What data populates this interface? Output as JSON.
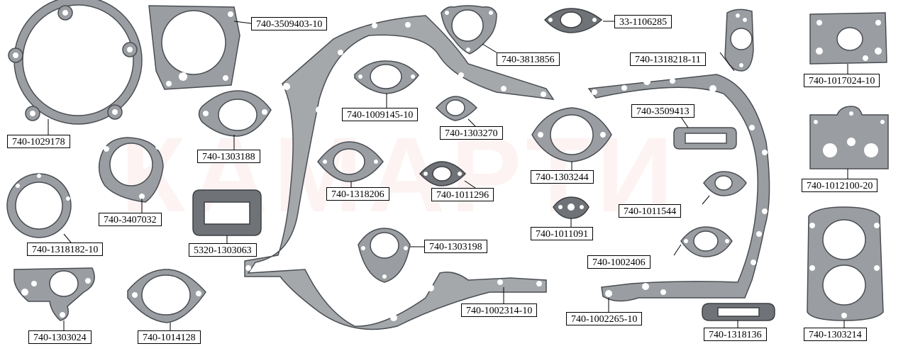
{
  "watermark": "КАМАРТИ",
  "colors": {
    "gasket": "#9a9ea2",
    "gasket_edge": "#4a4e53",
    "label_border": "#000000"
  },
  "parts": [
    {
      "id": "p01",
      "label": "740-1029178"
    },
    {
      "id": "p02",
      "label": "740-3509403-10"
    },
    {
      "id": "p03",
      "label": "740-1303188"
    },
    {
      "id": "p04",
      "label": "740-3407032"
    },
    {
      "id": "p05",
      "label": "740-1318182-10"
    },
    {
      "id": "p06",
      "label": "5320-1303063"
    },
    {
      "id": "p07",
      "label": "740-1303024"
    },
    {
      "id": "p08",
      "label": "740-1014128"
    },
    {
      "id": "p09",
      "label": "740-1009145-10"
    },
    {
      "id": "p10",
      "label": "740-1303270"
    },
    {
      "id": "p11",
      "label": "740-3813856"
    },
    {
      "id": "p12",
      "label": "33-1106285"
    },
    {
      "id": "p13",
      "label": "740-1318218-11"
    },
    {
      "id": "p14",
      "label": "740-1017024-10"
    },
    {
      "id": "p15",
      "label": "740-3509413"
    },
    {
      "id": "p16",
      "label": "740-1303244"
    },
    {
      "id": "p17",
      "label": "740-1318206"
    },
    {
      "id": "p18",
      "label": "740-1011296"
    },
    {
      "id": "p19",
      "label": "740-1011091"
    },
    {
      "id": "p20",
      "label": "740-1011544"
    },
    {
      "id": "p21",
      "label": "740-1012100-20"
    },
    {
      "id": "p22",
      "label": "740-1303198"
    },
    {
      "id": "p23",
      "label": "740-1002406"
    },
    {
      "id": "p24",
      "label": "740-1002314-10"
    },
    {
      "id": "p25",
      "label": "740-1002265-10"
    },
    {
      "id": "p26",
      "label": "740-1318136"
    },
    {
      "id": "p27",
      "label": "740-1303214"
    }
  ]
}
